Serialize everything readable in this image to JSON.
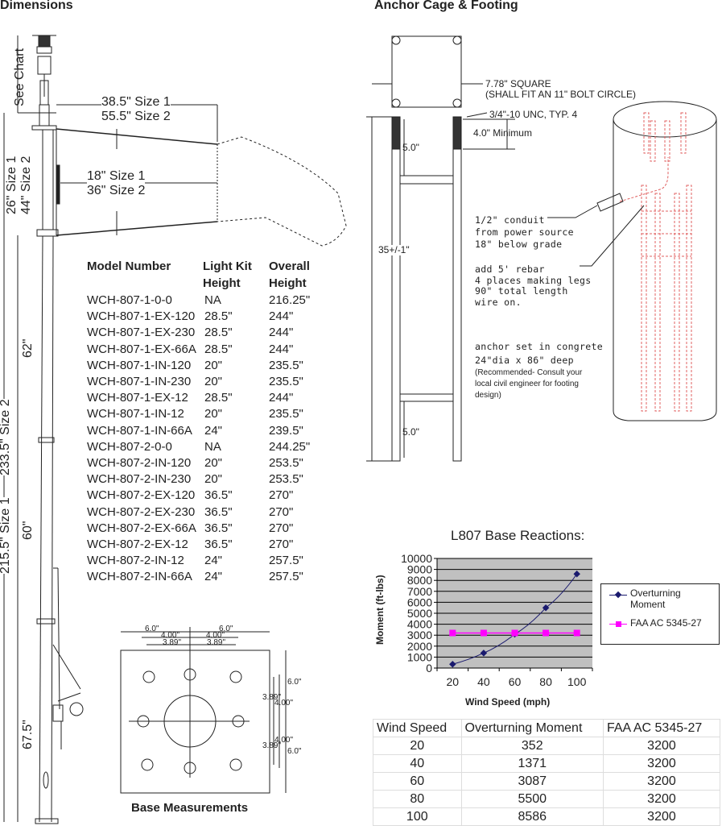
{
  "headings": {
    "dimensions": "Dimensions",
    "anchor": "Anchor Cage & Footing"
  },
  "pole_dims": {
    "see_chart": "See Chart",
    "sock_len_1": "38.5\" Size 1",
    "sock_len_2": "55.5\" Size 2",
    "sock_dia_1": "18\" Size 1",
    "sock_dia_2": "36\" Size 2",
    "frame_1": "26\" Size 1",
    "frame_2": "44\" Size 2",
    "upper": "62\"",
    "total_2": "233.5\" Size 2",
    "total_1": "215.5\" Size 1",
    "middle": "60\"",
    "lower": "67.5\""
  },
  "model_table": {
    "headers": [
      [
        "Model Number",
        ""
      ],
      [
        "Light Kit",
        "Height"
      ],
      [
        "Overall",
        "Height"
      ]
    ],
    "rows": [
      [
        "WCH-807-1-0-0",
        "NA",
        "216.25\""
      ],
      [
        "WCH-807-1-EX-120",
        "28.5\"",
        "244\""
      ],
      [
        "WCH-807-1-EX-230",
        "28.5\"",
        "244\""
      ],
      [
        "WCH-807-1-EX-66A",
        "28.5\"",
        "244\""
      ],
      [
        "WCH-807-1-IN-120",
        "20\"",
        "235.5\""
      ],
      [
        "WCH-807-1-IN-230",
        "20\"",
        "235.5\""
      ],
      [
        "WCH-807-1-EX-12",
        "28.5\"",
        "244\""
      ],
      [
        "WCH-807-1-IN-12",
        "20\"",
        "235.5\""
      ],
      [
        "WCH-807-1-IN-66A",
        "24\"",
        "239.5\""
      ],
      [
        "WCH-807-2-0-0",
        "NA",
        "244.25\""
      ],
      [
        "WCH-807-2-IN-120",
        "20\"",
        "253.5\""
      ],
      [
        "WCH-807-2-IN-230",
        "20\"",
        "253.5\""
      ],
      [
        "WCH-807-2-EX-120",
        "36.5\"",
        "270\""
      ],
      [
        "WCH-807-2-EX-230",
        "36.5\"",
        "270\""
      ],
      [
        "WCH-807-2-EX-66A",
        "36.5\"",
        "270\""
      ],
      [
        "WCH-807-2-EX-12",
        "36.5\"",
        "270\""
      ],
      [
        "WCH-807-2-IN-12",
        "24\"",
        "257.5\""
      ],
      [
        "WCH-807-2-IN-66A",
        "24\"",
        "257.5\""
      ]
    ]
  },
  "base": {
    "title": "Base Measurements",
    "d60": "6.0\"",
    "d400": "4.00\"",
    "d389": "3.89\""
  },
  "anchor": {
    "square": "7.78\" SQUARE",
    "bolt_circle": "(SHALL FIT AN 11\" BOLT CIRCLE)",
    "thread": "3/4\"-10 UNC, TYP. 4",
    "minimum": "4.0\" Minimum",
    "top_gap": "5.0\"",
    "bottom_gap": "5.0\"",
    "length": "35+/-1\"",
    "conduit": [
      "1/2\" conduit",
      "from power source",
      "18\" below grade"
    ],
    "rebar": [
      "add 5' rebar",
      "4 places making legs",
      "90\" total length",
      "wire on."
    ],
    "concrete": [
      "anchor set in congrete",
      "24\"dia x 86\" deep"
    ],
    "recommend": [
      "(Recommended- Consult your",
      "local civil engineer for footing",
      "design)"
    ]
  },
  "chart_data": {
    "type": "line",
    "title": "L807 Base Reactions:",
    "xlabel": "Wind Speed (mph)",
    "ylabel": "Moment (ft-lbs)",
    "categories": [
      "20",
      "40",
      "60",
      "80",
      "100"
    ],
    "ylim": [
      0,
      10000
    ],
    "yticks": [
      "0",
      "1000",
      "2000",
      "3000",
      "4000",
      "5000",
      "6000",
      "7000",
      "8000",
      "9000",
      "10000"
    ],
    "grid": true,
    "legend_position": "right",
    "series": [
      {
        "name": "Overturning Moment",
        "legend": [
          "Overturning",
          "Moment"
        ],
        "values": [
          352,
          1371,
          3087,
          5500,
          8586
        ],
        "color": "#1a1a6e",
        "marker": "diamond"
      },
      {
        "name": "FAA AC 5345-27",
        "legend": [
          "FAA AC 5345-27"
        ],
        "values": [
          3200,
          3200,
          3200,
          3200,
          3200
        ],
        "color": "#ff00ff",
        "marker": "square"
      }
    ],
    "plot_bg": "#c0c0c0"
  },
  "reactions_table": {
    "headers": [
      "Wind Speed",
      "Overturning Moment",
      "FAA AC 5345-27"
    ],
    "rows": [
      [
        "20",
        "352",
        "3200"
      ],
      [
        "40",
        "1371",
        "3200"
      ],
      [
        "60",
        "3087",
        "3200"
      ],
      [
        "80",
        "5500",
        "3200"
      ],
      [
        "100",
        "8586",
        "3200"
      ]
    ]
  }
}
